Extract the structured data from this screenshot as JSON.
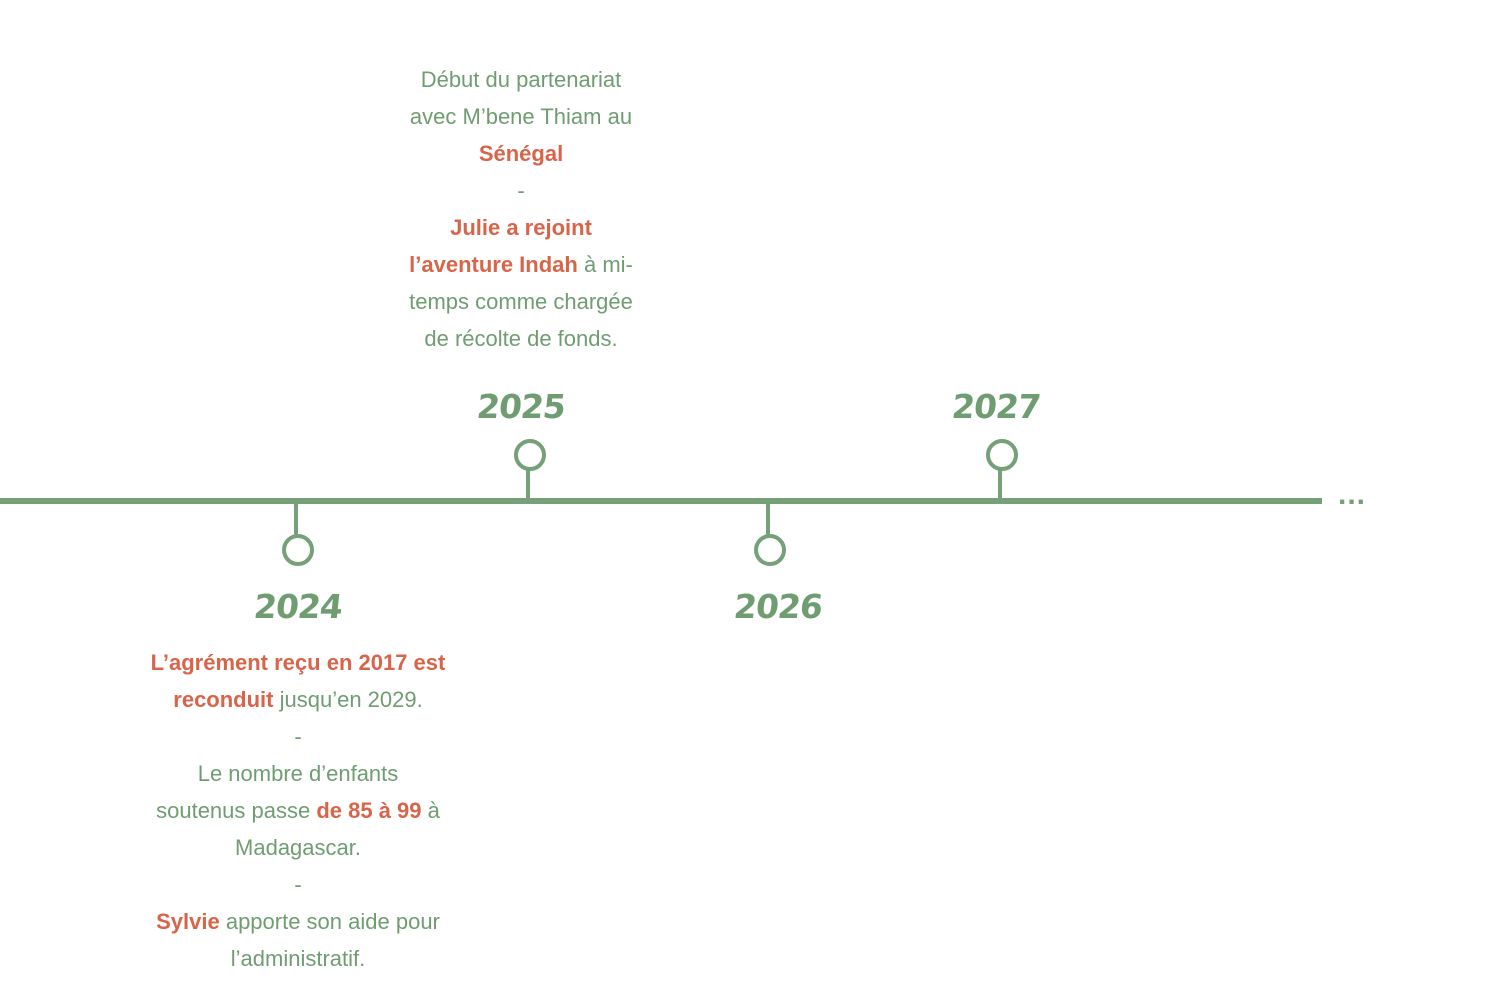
{
  "colors": {
    "line": "#76a078",
    "text": "#6f9d71",
    "accent": "#d8644a"
  },
  "ellipsis": "...",
  "events": [
    {
      "year": "2024",
      "lines": [
        [
          {
            "t": "L’agrément reçu en 2017 est",
            "b": true
          }
        ],
        [
          {
            "t": "reconduit",
            "b": true
          },
          {
            "t": " jusqu’en 2029.",
            "b": false
          }
        ],
        [
          {
            "t": "-",
            "b": false
          }
        ],
        [
          {
            "t": "Le nombre d’enfants",
            "b": false
          }
        ],
        [
          {
            "t": "soutenus passe ",
            "b": false
          },
          {
            "t": "de 85 à 99",
            "b": true
          },
          {
            "t": " à",
            "b": false
          }
        ],
        [
          {
            "t": "Madagascar.",
            "b": false
          }
        ],
        [
          {
            "t": "-",
            "b": false
          }
        ],
        [
          {
            "t": "Sylvie",
            "b": true
          },
          {
            "t": " apporte son aide pour",
            "b": false
          }
        ],
        [
          {
            "t": "l’administratif.",
            "b": false
          }
        ]
      ]
    },
    {
      "year": "2025",
      "lines": [
        [
          {
            "t": "Début du partenariat",
            "b": false
          }
        ],
        [
          {
            "t": "avec M’bene Thiam au",
            "b": false
          }
        ],
        [
          {
            "t": "Sénégal",
            "b": true
          }
        ],
        [
          {
            "t": "-",
            "b": false
          }
        ],
        [
          {
            "t": "Julie a rejoint",
            "b": true
          }
        ],
        [
          {
            "t": "l’aventure Indah",
            "b": true
          },
          {
            "t": " à mi-",
            "b": false
          }
        ],
        [
          {
            "t": "temps comme chargée",
            "b": false
          }
        ],
        [
          {
            "t": "de récolte de fonds.",
            "b": false
          }
        ]
      ]
    },
    {
      "year": "2026",
      "lines": []
    },
    {
      "year": "2027",
      "lines": []
    }
  ]
}
